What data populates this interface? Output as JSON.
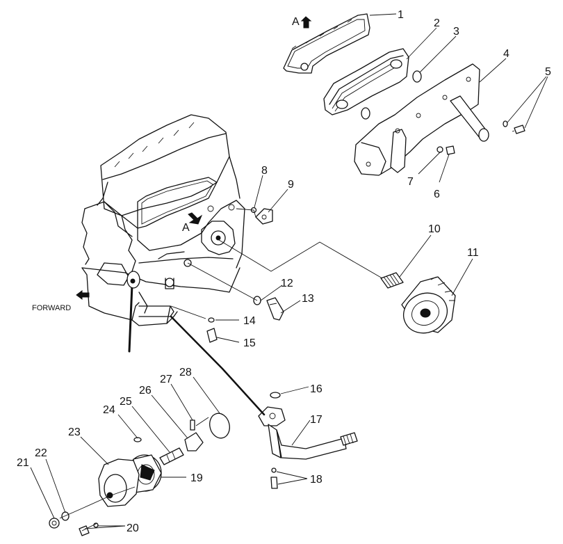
{
  "diagram": {
    "callouts": [
      "1",
      "2",
      "3",
      "4",
      "5",
      "6",
      "7",
      "8",
      "9",
      "10",
      "11",
      "12",
      "13",
      "14",
      "15",
      "16",
      "17",
      "18",
      "19",
      "20",
      "21",
      "22",
      "23",
      "24",
      "25",
      "26",
      "27",
      "28"
    ],
    "view_marker": "A",
    "direction_label": "FORWARD"
  }
}
